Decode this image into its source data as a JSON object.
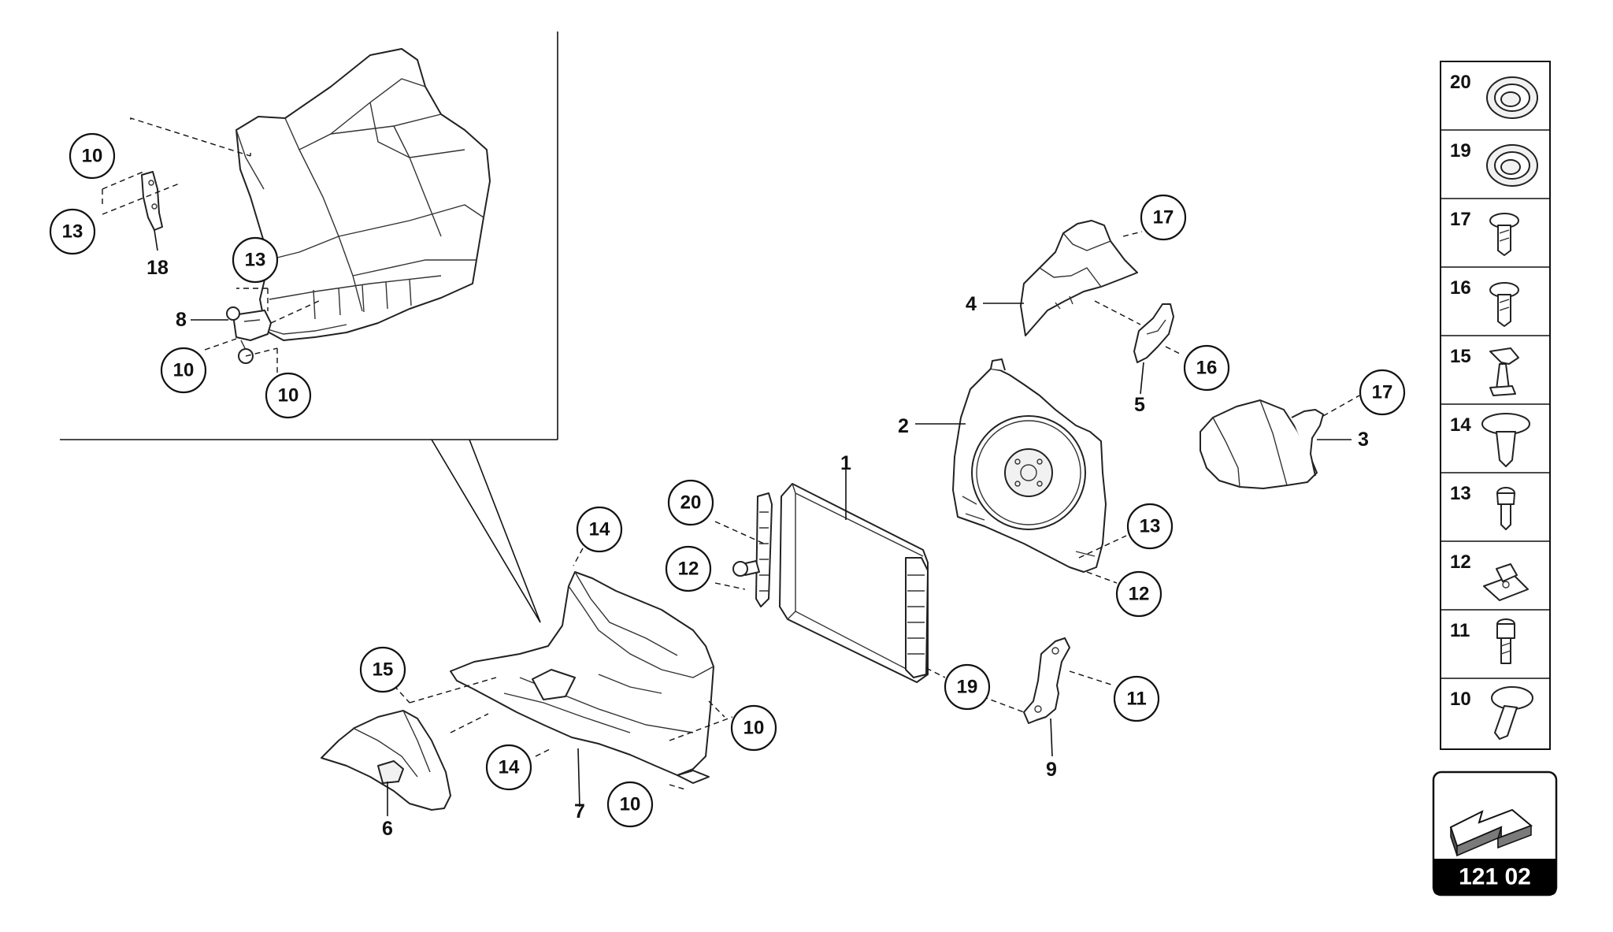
{
  "callouts": {
    "inset_10_top": "10",
    "inset_13_left": "13",
    "inset_13_mid": "13",
    "inset_10_left": "10",
    "inset_10_bottom": "10",
    "c17_top": "17",
    "c16": "16",
    "c17_right": "17",
    "c13_fan": "13",
    "c12_fan": "12",
    "c20": "20",
    "c12_rad": "12",
    "c19": "19",
    "c11": "11",
    "c14_top": "14",
    "c15": "15",
    "c14_bottom": "14",
    "c10_duct": "10",
    "c10_bottom": "10"
  },
  "part_labels": {
    "p1": "1",
    "p2": "2",
    "p3": "3",
    "p4": "4",
    "p5": "5",
    "p6": "6",
    "p7": "7",
    "p8": "8",
    "p9": "9",
    "p18": "18"
  },
  "legend": [
    {
      "number": "20",
      "icon": "grommet-icon"
    },
    {
      "number": "19",
      "icon": "grommet-icon"
    },
    {
      "number": "17",
      "icon": "screw-icon"
    },
    {
      "number": "16",
      "icon": "screw-icon"
    },
    {
      "number": "15",
      "icon": "expanding-rivet-icon"
    },
    {
      "number": "14",
      "icon": "plastic-rivet-icon"
    },
    {
      "number": "13",
      "icon": "screw-icon"
    },
    {
      "number": "12",
      "icon": "speed-nut-icon"
    },
    {
      "number": "11",
      "icon": "bolt-icon"
    },
    {
      "number": "10",
      "icon": "plastic-rivet-icon"
    }
  ],
  "badge": {
    "code": "121 02",
    "icon": "direction-arrow-icon"
  }
}
